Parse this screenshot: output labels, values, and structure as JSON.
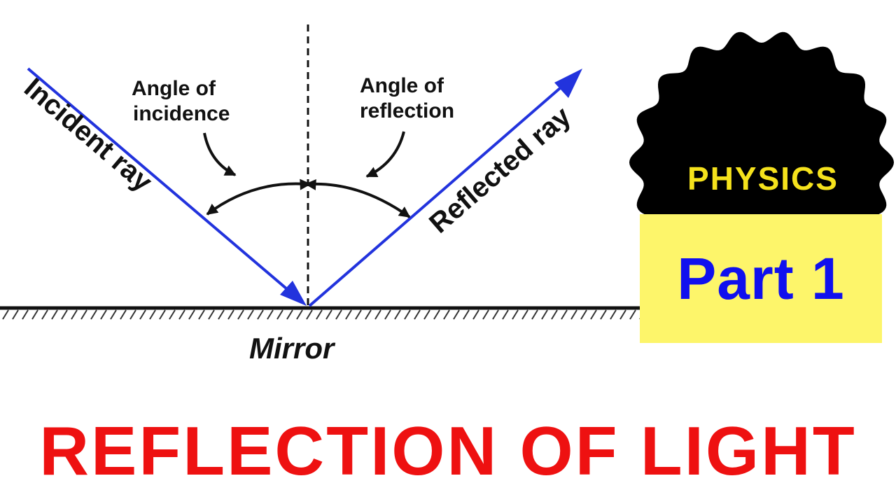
{
  "diagram": {
    "incident_ray_label": "Incident ray",
    "reflected_ray_label": "Reflected ray",
    "angle_incidence_line1": "Angle of",
    "angle_incidence_line2": "incidence",
    "angle_reflection_line1": "Angle of",
    "angle_reflection_line2": "reflection",
    "mirror_label": "Mirror",
    "ray_color": "#2233dd"
  },
  "badge": {
    "subject": "PHYSICS",
    "part": "Part 1",
    "badge_color": "#000000",
    "box_color": "#fdf56a",
    "subject_color": "#f5e21c",
    "part_color": "#1010ee"
  },
  "title": {
    "text": "REFLECTION OF LIGHT",
    "color": "#ee1111"
  }
}
